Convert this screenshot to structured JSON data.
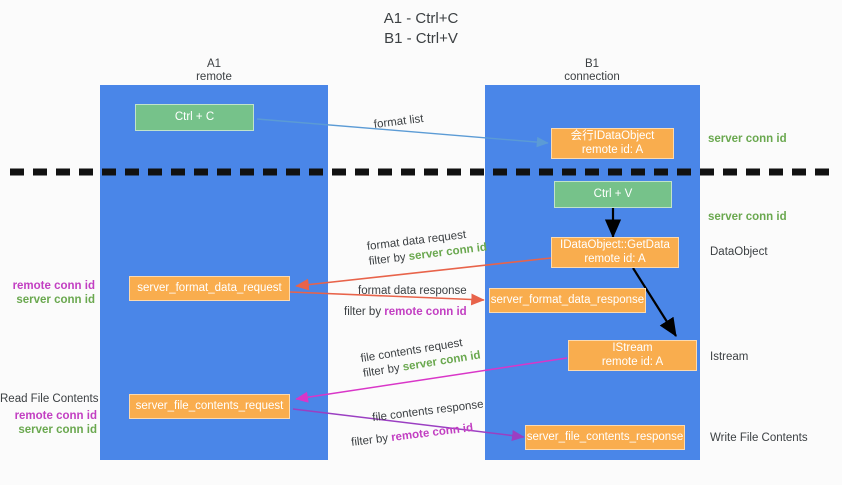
{
  "title": {
    "line1": "A1 - Ctrl+C",
    "line2": "B1 - Ctrl+V"
  },
  "columns": [
    {
      "name": "A1",
      "sub": "remote"
    },
    {
      "name": "B1",
      "sub": "connection"
    }
  ],
  "colors": {
    "lane": "#4a86e8",
    "green_node": "#76c28a",
    "orange_node": "#f9ad4e",
    "server_conn_id": "#6aa84f",
    "remote_conn_id": "#c23fc2",
    "blue_arrow": "#5b9bd5",
    "red_arrow": "#e8634a",
    "magenta_arrow": "#d936c8",
    "purple_arrow": "#9b3fc2",
    "black_arrow": "#000000",
    "text": "#3c4043",
    "background": "#fbfbfb"
  },
  "nodes": [
    {
      "id": "ctrl-c",
      "line1": "Ctrl + C",
      "line2": "",
      "kind": "green"
    },
    {
      "id": "idataobject",
      "line1": "会行IDataObject",
      "line2": "remote id: A",
      "kind": "orange"
    },
    {
      "id": "ctrl-v",
      "line1": "Ctrl + V",
      "line2": "",
      "kind": "green"
    },
    {
      "id": "getdata",
      "line1": "IDataObject::GetData",
      "line2": "remote id: A",
      "kind": "orange"
    },
    {
      "id": "server-format-data-request",
      "line1": "server_format_data_request",
      "line2": "",
      "kind": "orange"
    },
    {
      "id": "server-format-data-response",
      "line1": "server_format_data_response",
      "line2": "",
      "kind": "orange"
    },
    {
      "id": "istream",
      "line1": "IStream",
      "line2": "remote id: A",
      "kind": "orange"
    },
    {
      "id": "server-file-contents-request",
      "line1": "server_file_contents_request",
      "line2": "",
      "kind": "orange"
    },
    {
      "id": "server-file-contents-response",
      "line1": "server_file_contents_response",
      "line2": "",
      "kind": "orange"
    }
  ],
  "edge_labels": {
    "format_list": "format list",
    "format_data_request": "format data request",
    "format_data_request_filter_prefix": "filter by ",
    "format_data_request_filter_value": "server conn id",
    "format_data_response": "format data response",
    "format_data_response_filter_prefix": "filter by ",
    "format_data_response_filter_value": "remote conn id",
    "file_contents_request": "file contents request",
    "file_contents_request_filter_prefix": "filter by ",
    "file_contents_request_filter_value": "server conn id",
    "file_contents_response": "file contents response",
    "file_contents_response_filter_prefix": "filter by ",
    "file_contents_response_filter_value": "remote conn id"
  },
  "right_notes": {
    "server_conn_id_top": "server conn id",
    "server_conn_id_mid": "server conn id",
    "dataobject": "DataObject",
    "istream": "Istream",
    "write_file_contents": "Write File Contents"
  },
  "left_notes": {
    "remote_conn_id_1": "remote conn id",
    "server_conn_id_1": "server conn id",
    "read_file_contents": "Read File Contents",
    "remote_conn_id_2": "remote conn id",
    "server_conn_id_2": "server conn id"
  }
}
